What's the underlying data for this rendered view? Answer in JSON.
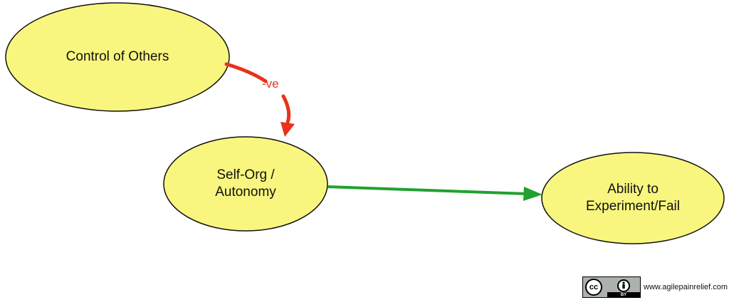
{
  "nodes": {
    "control": {
      "label": "Control of Others"
    },
    "selforg": {
      "line1": "Self-Org /",
      "line2": "Autonomy"
    },
    "ability": {
      "line1": "Ability to",
      "line2": "Experiment/Fail"
    }
  },
  "edges": {
    "negative": {
      "label": "-ve",
      "color": "#e8321c"
    },
    "positive": {
      "label": "",
      "color": "#21a12f"
    }
  },
  "colors": {
    "node_fill": "#f8f67e",
    "node_stroke": "#111111"
  },
  "license": {
    "cc_text": "cc",
    "by_text": "BY",
    "person_icon": "person-icon",
    "site": "www.agilepainrelief.com"
  }
}
